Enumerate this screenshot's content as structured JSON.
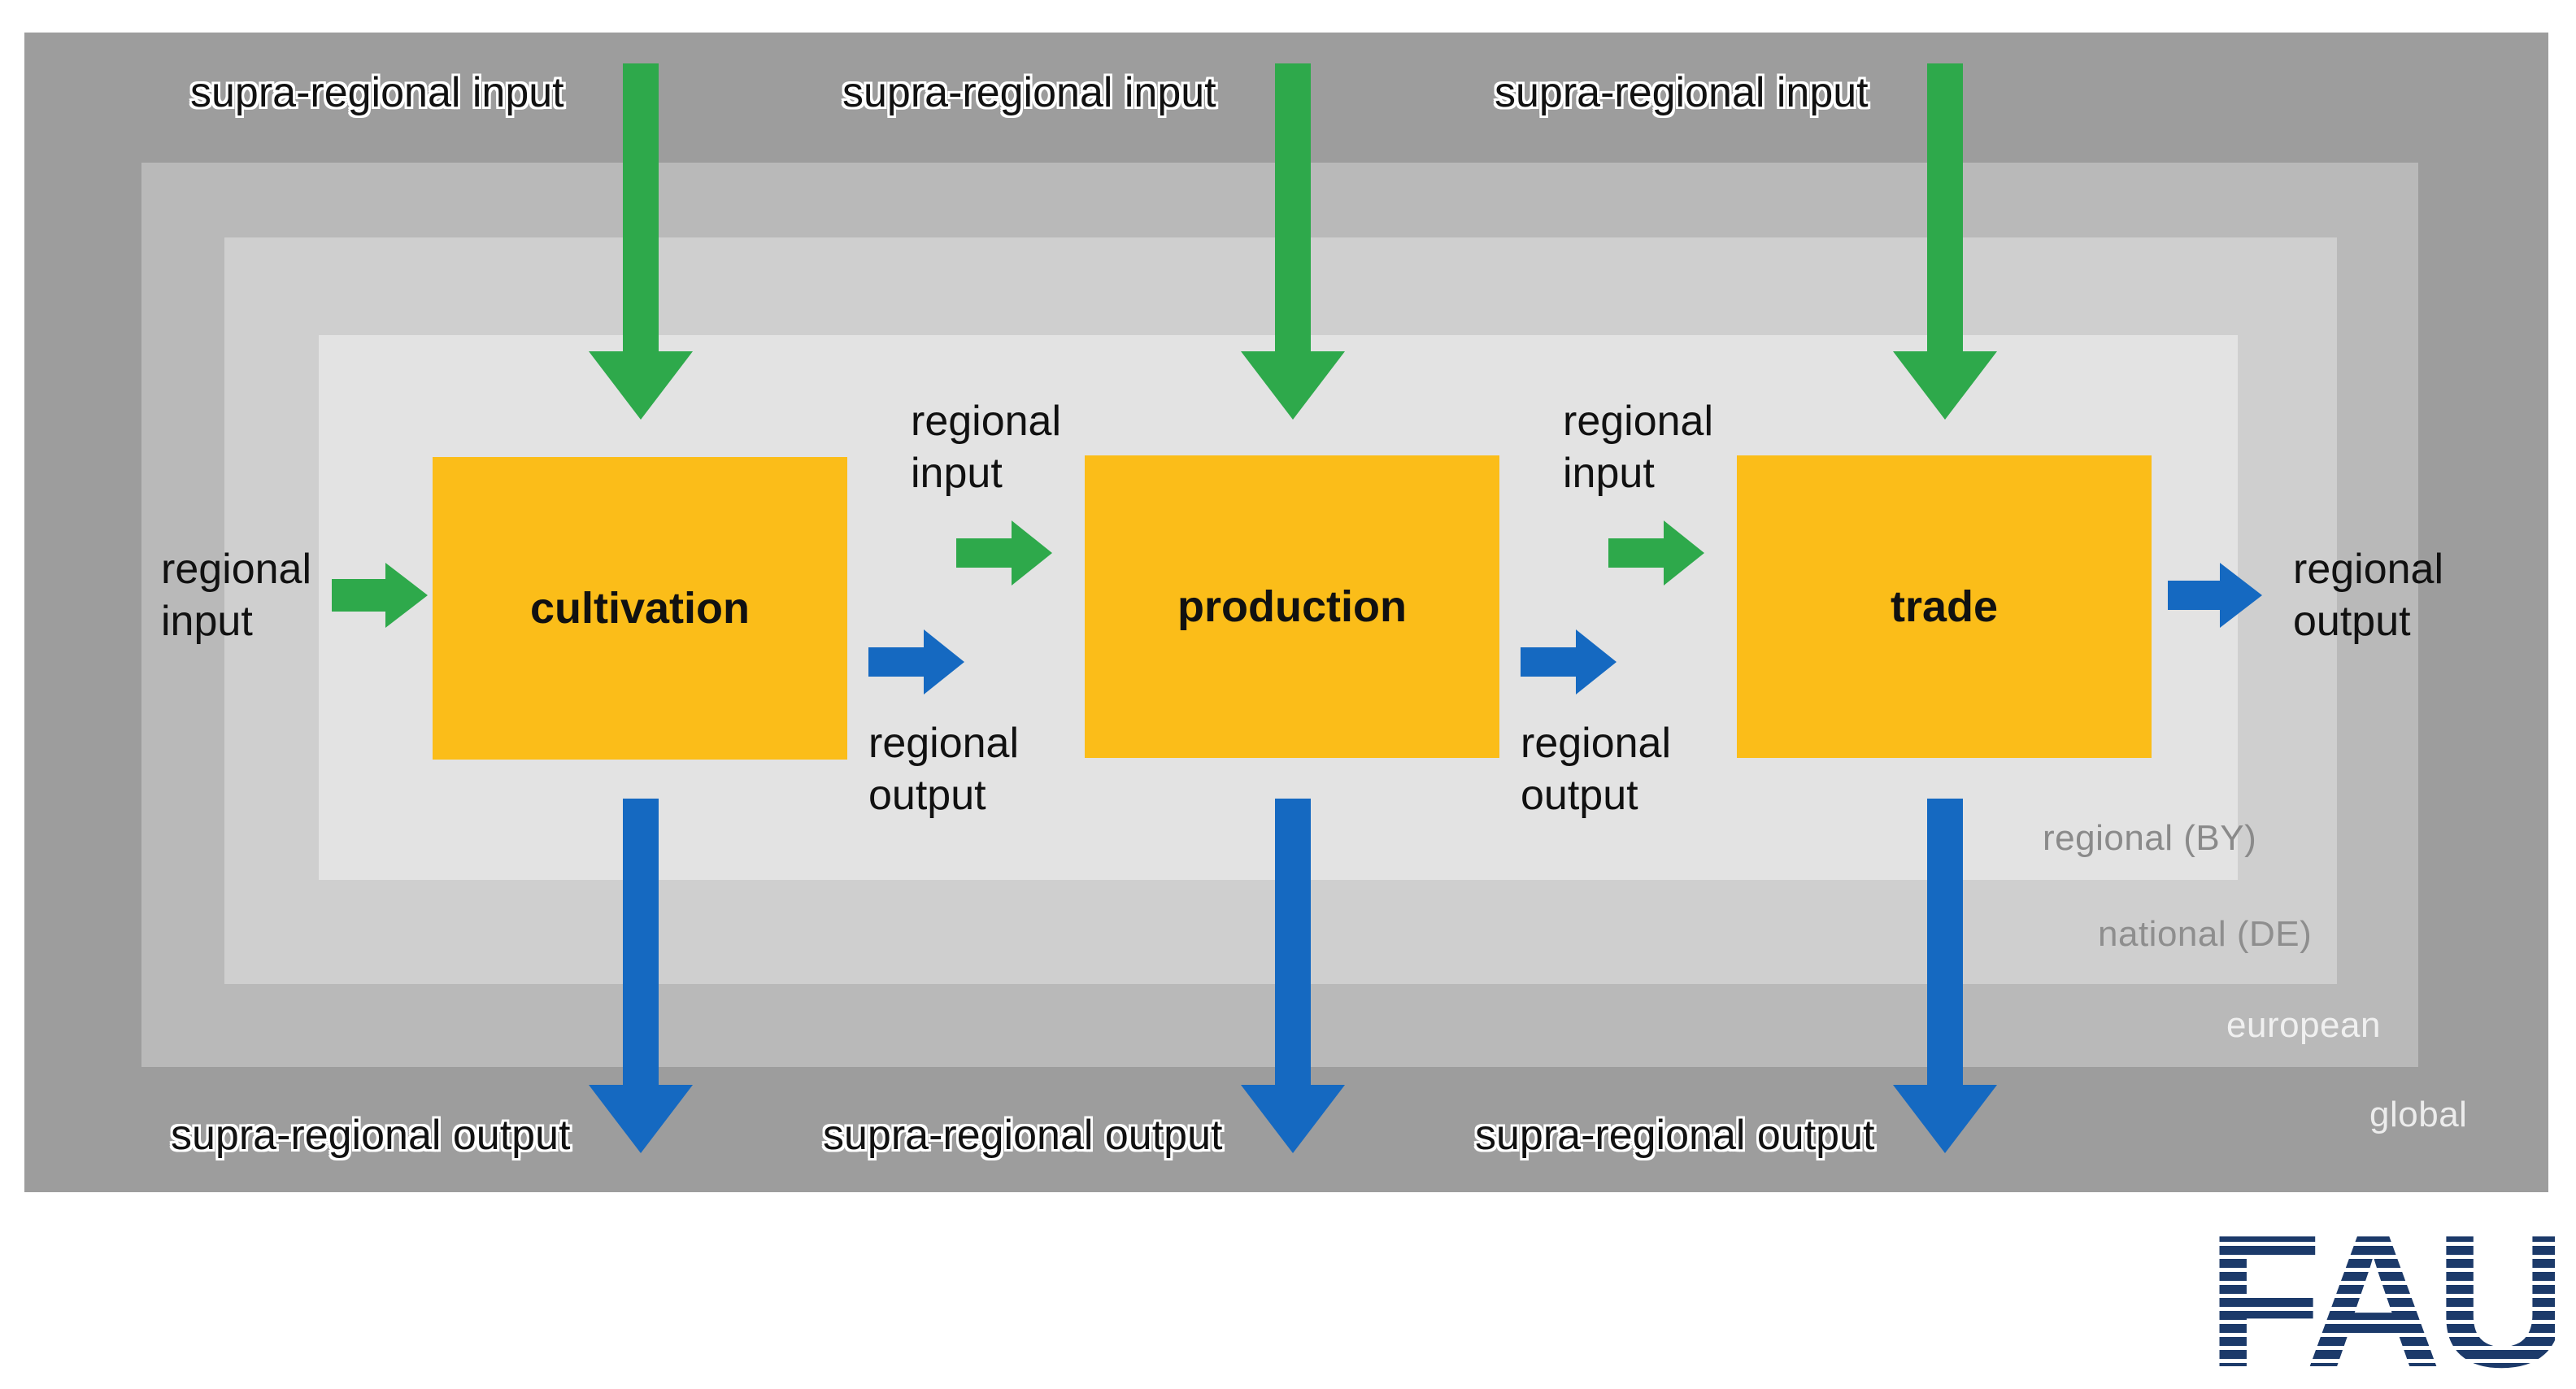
{
  "layers": {
    "global": "global",
    "european": "european",
    "national": "national (DE)",
    "regional": "regional (BY)"
  },
  "stages": {
    "cultivation": "cultivation",
    "production": "production",
    "trade": "trade"
  },
  "flows": {
    "supra_regional_input": "supra-regional input",
    "supra_regional_output": "supra-regional output",
    "regional_input_line1": "regional",
    "regional_input_line2": "input",
    "regional_output_line1": "regional",
    "regional_output_line2": "output"
  },
  "logo": {
    "text": "FAU"
  },
  "colors": {
    "input_arrow": "#2ea94b",
    "output_arrow": "#1569c1",
    "stage_box": "#fbbd19"
  }
}
